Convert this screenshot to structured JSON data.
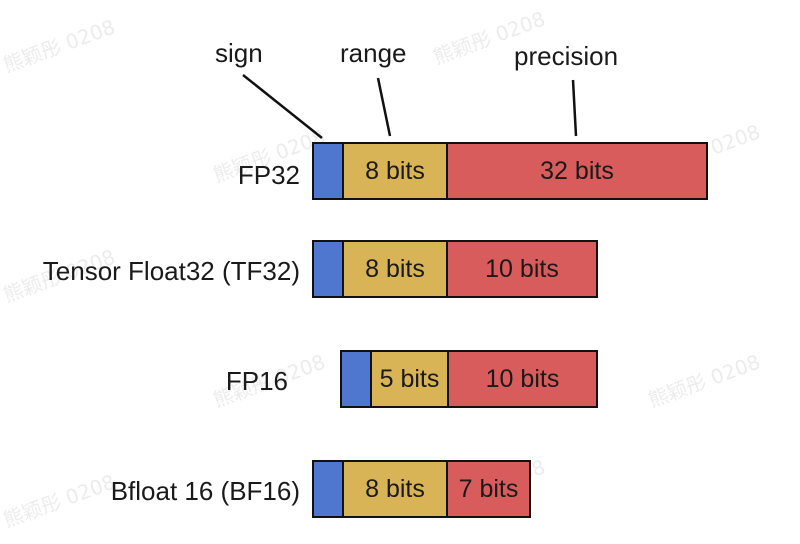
{
  "watermark": "熊颖彤 0208",
  "headers": {
    "sign": "sign",
    "range": "range",
    "precision": "precision"
  },
  "formats": [
    {
      "label": "FP32",
      "range": "8 bits",
      "precision": "32 bits"
    },
    {
      "label": "Tensor Float32 (TF32)",
      "range": "8 bits",
      "precision": "10 bits"
    },
    {
      "label": "FP16",
      "range": "5 bits",
      "precision": "10 bits"
    },
    {
      "label": "Bfloat 16 (BF16)",
      "range": "8 bits",
      "precision": "7 bits"
    }
  ],
  "colors": {
    "sign": "#4f77cf",
    "range": "#d8b456",
    "precision": "#d85c5c"
  }
}
